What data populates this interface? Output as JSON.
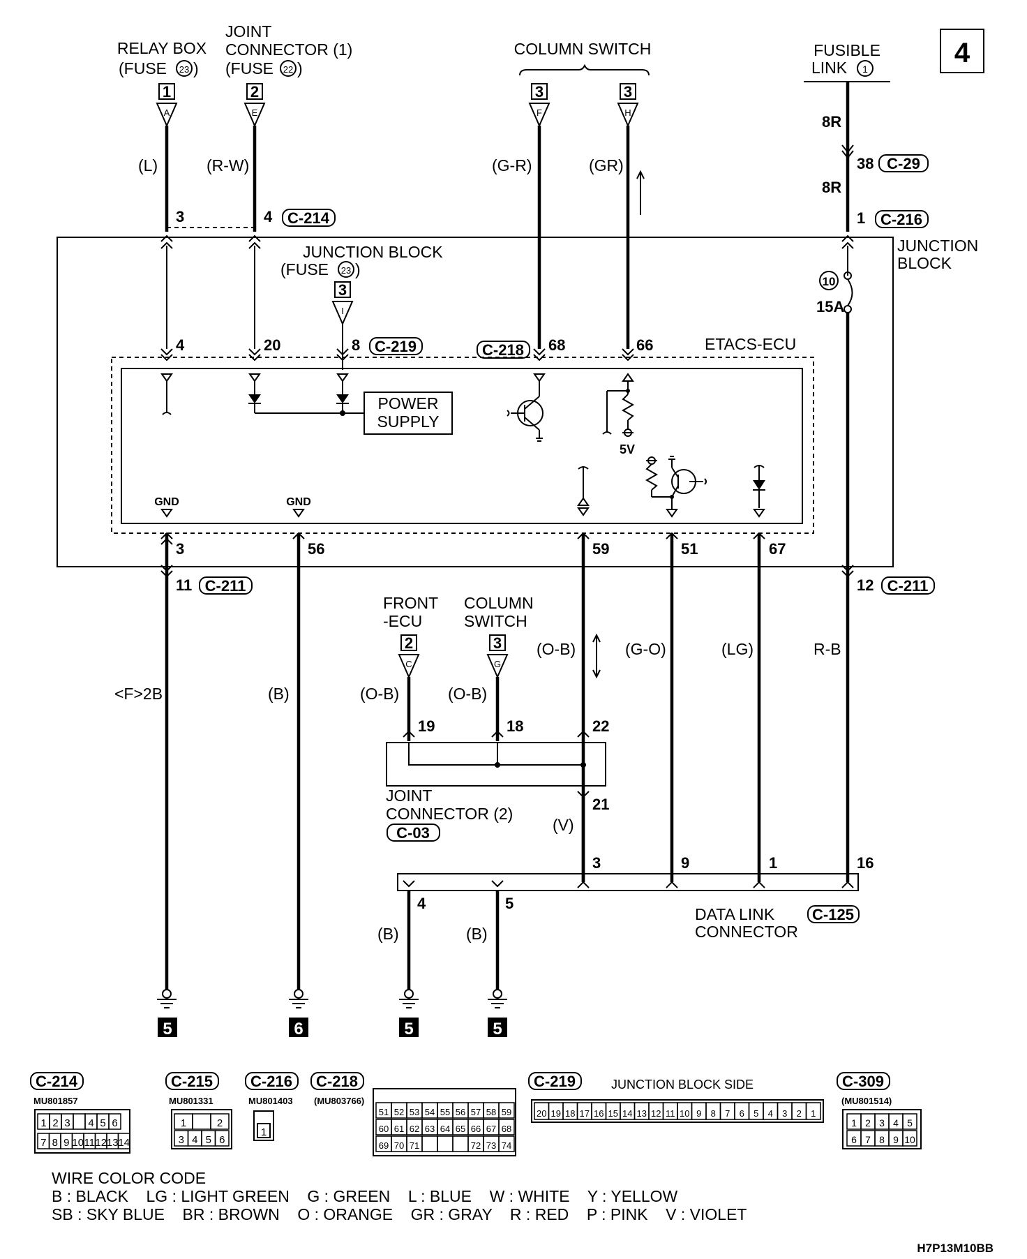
{
  "page_number": "4",
  "sources": {
    "relay_box": [
      "RELAY BOX",
      "(FUSE",
      "23",
      ")"
    ],
    "joint_connector_1": [
      "JOINT",
      "CONNECTOR (1)",
      "(FUSE",
      "22",
      ")"
    ],
    "column_switch_top": "COLUMN SWITCH",
    "fusible_link": [
      "FUSIBLE",
      "LINK",
      "1"
    ],
    "junction_block_fuse": [
      "JUNCTION BLOCK",
      "(FUSE",
      "23",
      ")"
    ],
    "front_ecu": [
      "FRONT",
      "-ECU"
    ],
    "column_switch_mid": [
      "COLUMN",
      "SWITCH"
    ]
  },
  "terminals": {
    "relay_box": {
      "num": "1",
      "letter": "A"
    },
    "joint1": {
      "num": "2",
      "letter": "E"
    },
    "col_f": {
      "num": "3",
      "letter": "F"
    },
    "col_h": {
      "num": "3",
      "letter": "H"
    },
    "jb_fuse": {
      "num": "3",
      "letter": "I"
    },
    "front_ecu": {
      "num": "2",
      "letter": "C"
    },
    "col_g": {
      "num": "3",
      "letter": "G"
    }
  },
  "wire_colors": {
    "w1": "(L)",
    "w2": "(R-W)",
    "w3": "(G-R)",
    "w4": "(GR)",
    "f1": "8R",
    "f2": "8R",
    "g1": "<F>2B",
    "g2": "(B)",
    "m1": "(O-B)",
    "m2": "(O-B)",
    "m3": "(O-B)",
    "m4": "(G-O)",
    "m5": "(LG)",
    "m6": "R-B",
    "v": "(V)",
    "d1": "(B)",
    "d2": "(B)"
  },
  "pins": {
    "c214_a": "3",
    "c214_b": "4",
    "c29": "38",
    "c216": "1",
    "fuse_num": "10",
    "fuse_amp": "15A",
    "ecu_4": "4",
    "ecu_20": "20",
    "ecu_8": "8",
    "ecu_68": "68",
    "ecu_66": "66",
    "ecu_3": "3",
    "ecu_56": "56",
    "ecu_59": "59",
    "ecu_51": "51",
    "ecu_67": "67",
    "c211_a": "11",
    "c211_b": "12",
    "jc_19": "19",
    "jc_18": "18",
    "jc_22": "22",
    "jc_21": "21",
    "dl_3": "3",
    "dl_9": "9",
    "dl_1": "1",
    "dl_16": "16",
    "dl_4": "4",
    "dl_5": "5"
  },
  "connectors": {
    "c214": "C-214",
    "c29": "C-29",
    "c216": "C-216",
    "c219": "C-219",
    "c218": "C-218",
    "c211": "C-211",
    "c03": "C-03",
    "c125": "C-125"
  },
  "blocks": {
    "junction_block": [
      "JUNCTION",
      "BLOCK"
    ],
    "etacs": "ETACS-ECU",
    "power_supply": [
      "POWER",
      "SUPPLY"
    ],
    "gnd": "GND",
    "five_v": "5V",
    "joint_connector_2": [
      "JOINT",
      "CONNECTOR (2)"
    ],
    "data_link": [
      "DATA LINK",
      "CONNECTOR"
    ]
  },
  "ground_refs": [
    "5",
    "6",
    "5",
    "5"
  ],
  "connector_views": {
    "c214": {
      "id": "C-214",
      "part": "MU801857",
      "row1": [
        "1",
        "2",
        "3",
        "",
        "4",
        "5",
        "6"
      ],
      "row2": [
        "7",
        "8",
        "9",
        "10",
        "11",
        "12",
        "13",
        "14"
      ]
    },
    "c215": {
      "id": "C-215",
      "part": "MU801331",
      "row1": [
        "1",
        "",
        "2"
      ],
      "row2": [
        "3",
        "4",
        "5",
        "6"
      ]
    },
    "c216": {
      "id": "C-216",
      "part": "MU801403",
      "row1": [
        "1"
      ]
    },
    "c218": {
      "id": "C-218",
      "part": "(MU803766)",
      "row1": [
        "51",
        "52",
        "53",
        "54",
        "55",
        "56",
        "57",
        "58",
        "59"
      ],
      "row2": [
        "60",
        "61",
        "62",
        "63",
        "64",
        "65",
        "66",
        "67",
        "68"
      ],
      "row3": [
        "69",
        "70",
        "71",
        "",
        "",
        "",
        "72",
        "73",
        "74"
      ]
    },
    "c219": {
      "id": "C-219",
      "title": "JUNCTION BLOCK SIDE",
      "row1": [
        "20",
        "19",
        "18",
        "17",
        "16",
        "15",
        "14",
        "13",
        "12",
        "11",
        "10",
        "9",
        "8",
        "7",
        "6",
        "5",
        "4",
        "3",
        "2",
        "1"
      ]
    },
    "c309": {
      "id": "C-309",
      "part": "(MU801514)",
      "row1": [
        "1",
        "2",
        "3",
        "4",
        "5"
      ],
      "row2": [
        "6",
        "7",
        "8",
        "9",
        "10"
      ]
    }
  },
  "legend": {
    "title": "WIRE COLOR CODE",
    "line1": "B : BLACK    LG : LIGHT GREEN    G : GREEN    L : BLUE    W : WHITE    Y : YELLOW",
    "line2": "SB : SKY BLUE    BR : BROWN    O : ORANGE    GR : GRAY    R : RED    P : PINK    V : VIOLET"
  },
  "code": "H7P13M10BB"
}
